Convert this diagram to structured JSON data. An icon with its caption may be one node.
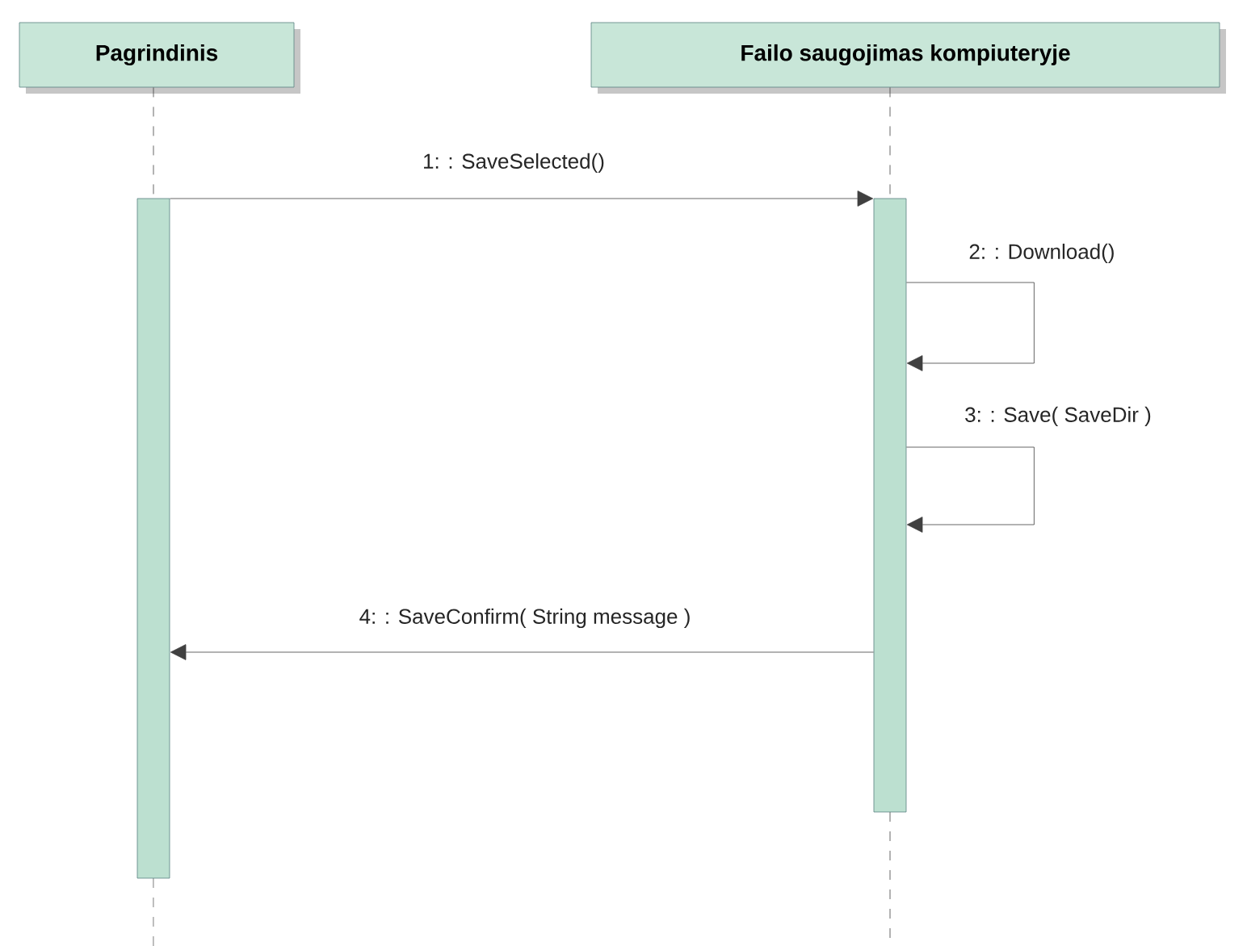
{
  "diagram": {
    "nodes": [
      {
        "text": [
          "Pagrindinis"
        ]
      },
      {
        "text": [
          "Failo saugojimas kompiuteryje"
        ]
      },
      {
        "text": [],
        "shape": "bar"
      },
      {
        "text": [],
        "shape": "bar"
      }
    ],
    "edges": [
      {
        "from": 0,
        "to": 2,
        "arrow": "none",
        "style": "dashed"
      },
      {
        "from": 1,
        "to": 3,
        "arrow": "none",
        "style": "dashed"
      },
      {
        "from": 2,
        "to": 3,
        "arrow": "to",
        "label": "1: : SaveSelected()"
      },
      {
        "from": 3,
        "to": 3,
        "arrow": "to",
        "label": "2: : Download()"
      },
      {
        "from": 3,
        "to": 3,
        "arrow": "to",
        "label": "3: : Save( SaveDir )"
      },
      {
        "from": 3,
        "to": 2,
        "arrow": "to",
        "label": "4: : SaveConfirm( String message )"
      }
    ]
  }
}
